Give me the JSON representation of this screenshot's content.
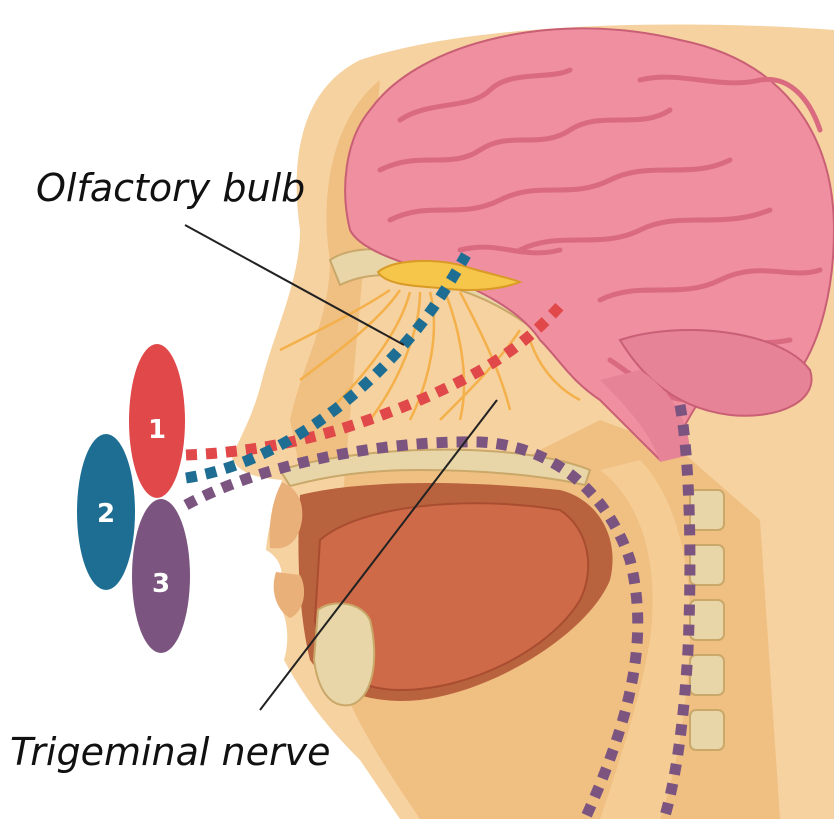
{
  "labels": {
    "olfactory_bulb": "Olfactory bulb",
    "trigeminal_nerve": "Trigeminal nerve"
  },
  "pathways": [
    {
      "number": "1",
      "color": "#e0484a"
    },
    {
      "number": "2",
      "color": "#1e6e93"
    },
    {
      "number": "3",
      "color": "#7b557f"
    }
  ],
  "colors": {
    "brain": "#ef8fa0",
    "brain_fold": "#d96a80",
    "skin": "#f3c68a",
    "skin_shadow": "#e7a860",
    "nasal_cavity": "#f2b46d",
    "bone": "#e8d6a8",
    "tongue": "#cf6a48",
    "olfactory_bulb": "#f5c64a",
    "nerve": "#f4b04a"
  }
}
